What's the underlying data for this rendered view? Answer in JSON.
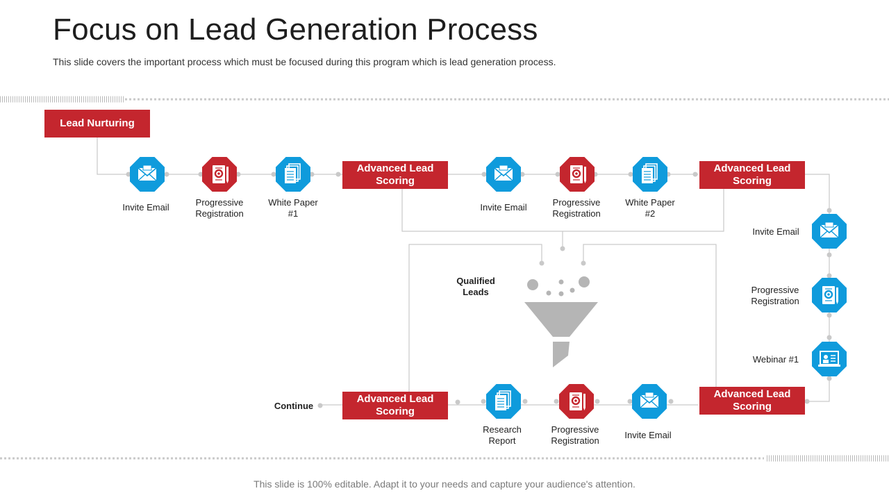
{
  "header": {
    "title": "Focus on Lead Generation Process",
    "subtitle": "This slide covers the important process which must be focused during this program which is lead generation process."
  },
  "boxes": {
    "lead_nurturing": "Lead Nurturing",
    "advanced_1": "Advanced Lead Scoring",
    "advanced_2": "Advanced Lead Scoring",
    "advanced_3": "Advanced Lead Scoring",
    "advanced_4": "Advanced Lead Scoring"
  },
  "labels": {
    "invite_email_1": "Invite Email",
    "prog_reg_1": "Progressive Registration",
    "white_paper_1": "White Paper #1",
    "invite_email_2": "Invite Email",
    "prog_reg_2": "Progressive Registration",
    "white_paper_2": "White Paper #2",
    "invite_email_3": "Invite Email",
    "prog_reg_3": "Progressive Registration",
    "webinar_1": "Webinar #1",
    "invite_email_4": "Invite Email",
    "prog_reg_4": "Progressive Registration",
    "research_report": "Research Report",
    "qualified_leads": "Qualified Leads",
    "continue": "Continue"
  },
  "colors": {
    "red": "#c4262e",
    "blue": "#0f9bdc",
    "connector": "#c9c9c9",
    "funnel": "#b5b5b5"
  },
  "footer": {
    "text": "This slide is 100% editable. Adapt it to your needs and capture your audience's attention."
  }
}
